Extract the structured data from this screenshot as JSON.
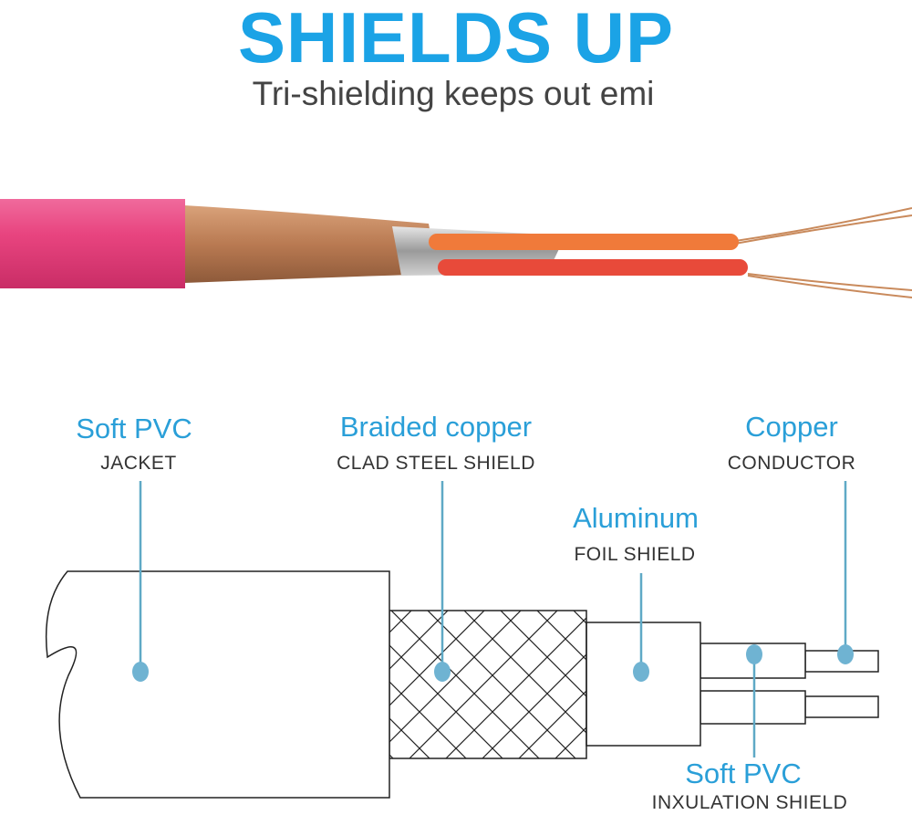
{
  "header": {
    "title": "SHIELDS UP",
    "subtitle": "Tri-shielding keeps out emi"
  },
  "labels": {
    "jacket": {
      "title": "Soft PVC",
      "caption": "JACKET"
    },
    "braid": {
      "title": "Braided copper",
      "caption": "CLAD STEEL SHIELD"
    },
    "conductor": {
      "title": "Copper",
      "caption": "CONDUCTOR"
    },
    "foil": {
      "title": "Aluminum",
      "caption": "FOIL SHIELD"
    },
    "insulation": {
      "title": "Soft PVC",
      "caption": "INXULATION SHIELD"
    }
  },
  "colors": {
    "accent": "#1ba3e6",
    "leader": "#5fa9c6",
    "jacket": "#e8447f"
  }
}
